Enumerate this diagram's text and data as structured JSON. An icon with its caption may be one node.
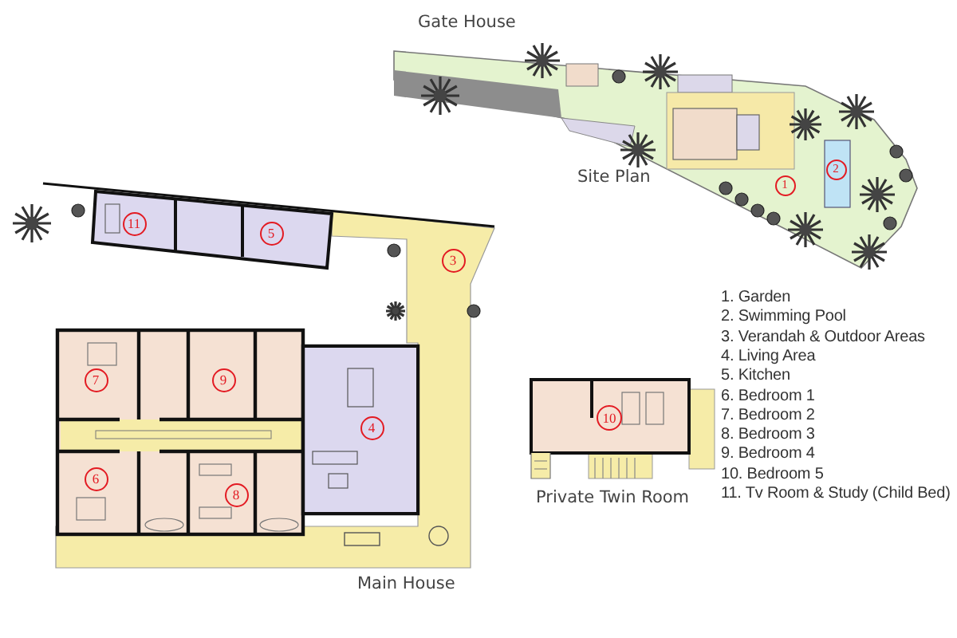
{
  "diagram": {
    "nodes": [
      {
        "text": [
          "1"
        ]
      },
      {
        "text": [
          "2"
        ]
      },
      {
        "text": [
          "3"
        ]
      },
      {
        "text": [
          "4"
        ]
      },
      {
        "text": [
          "5"
        ]
      },
      {
        "text": [
          "6"
        ]
      },
      {
        "text": [
          "7"
        ]
      },
      {
        "text": [
          "8"
        ]
      },
      {
        "text": [
          "9"
        ]
      },
      {
        "text": [
          "10"
        ]
      },
      {
        "text": [
          "11"
        ]
      }
    ],
    "edges": [],
    "labels": [
      "Gate House",
      "Site Plan",
      "Main House",
      "Private Twin Room",
      "1. Garden",
      "2. Swimming Pool",
      "3. Verandah & Outdoor Areas",
      "4. Living Area",
      "5. Kitchen",
      "6. Bedroom 1",
      "7. Bedroom 2",
      "8. Bedroom 3",
      "9. Bedroom 4",
      "10. Bedroom 5",
      "11. Tv Room & Study (Child Bed)"
    ]
  }
}
